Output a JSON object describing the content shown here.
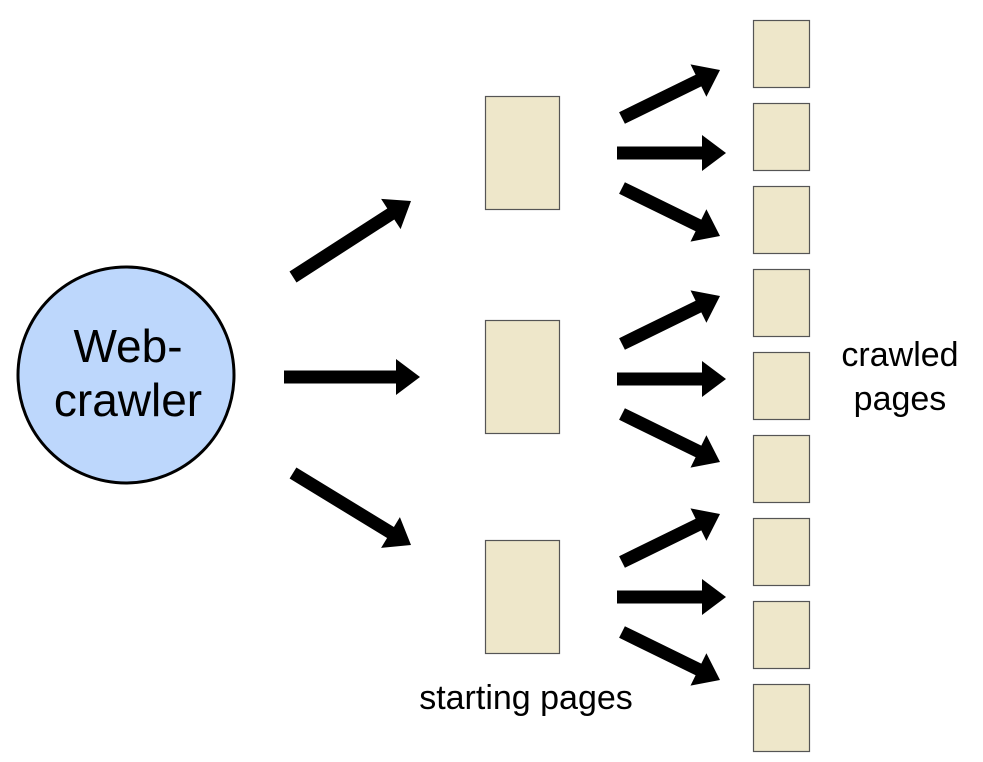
{
  "crawler": {
    "line1": "Web-",
    "line2": "crawler",
    "fill": "#bdd7fc",
    "stroke": "#000000"
  },
  "labels": {
    "starting_pages": "starting pages",
    "crawled_line1": "crawled",
    "crawled_line2": "pages"
  },
  "colors": {
    "page_fill": "#eee7ca",
    "page_stroke": "#555555",
    "arrow": "#000000"
  },
  "starting_pages_count": 3,
  "crawled_pages_count": 9
}
